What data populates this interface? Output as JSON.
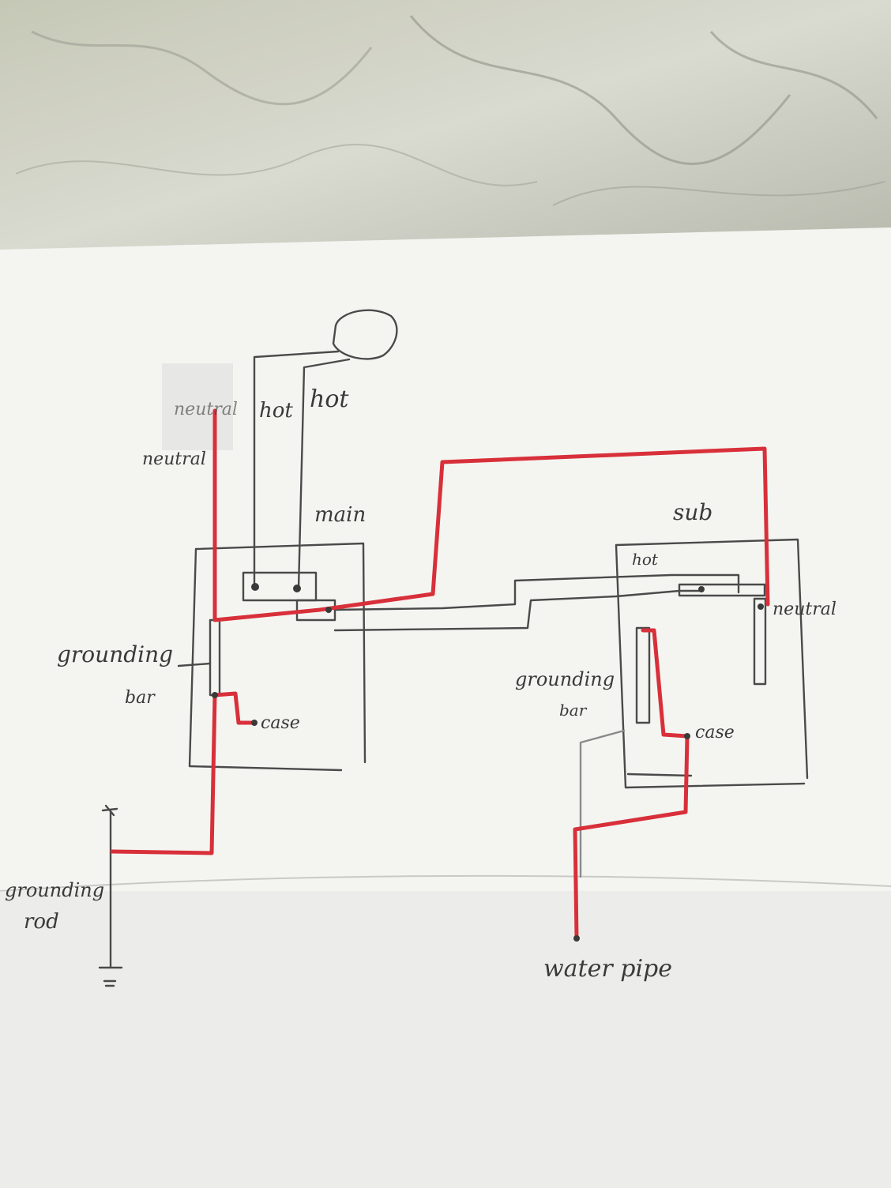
{
  "labels": {
    "hot1": "hot",
    "hot2": "hot",
    "neutral_faint": "neutral",
    "neutral_main": "neutral",
    "main": "main",
    "sub": "sub",
    "hot_sub": "hot",
    "neutral_sub": "neutral",
    "grounding_bar_main_1": "grounding",
    "grounding_bar_main_2": "bar",
    "case_main": "case",
    "grounding_bar_sub_1": "grounding",
    "grounding_bar_sub_2": "bar",
    "case_sub": "case",
    "grounding_rod_1": "grounding",
    "grounding_rod_2": "rod",
    "water_pipe": "water pipe"
  },
  "colors": {
    "pencil": "#4a4a4a",
    "red_wire": "#d8303a",
    "paper": "#f4f5f1",
    "countertop": "#c9cbbd"
  }
}
